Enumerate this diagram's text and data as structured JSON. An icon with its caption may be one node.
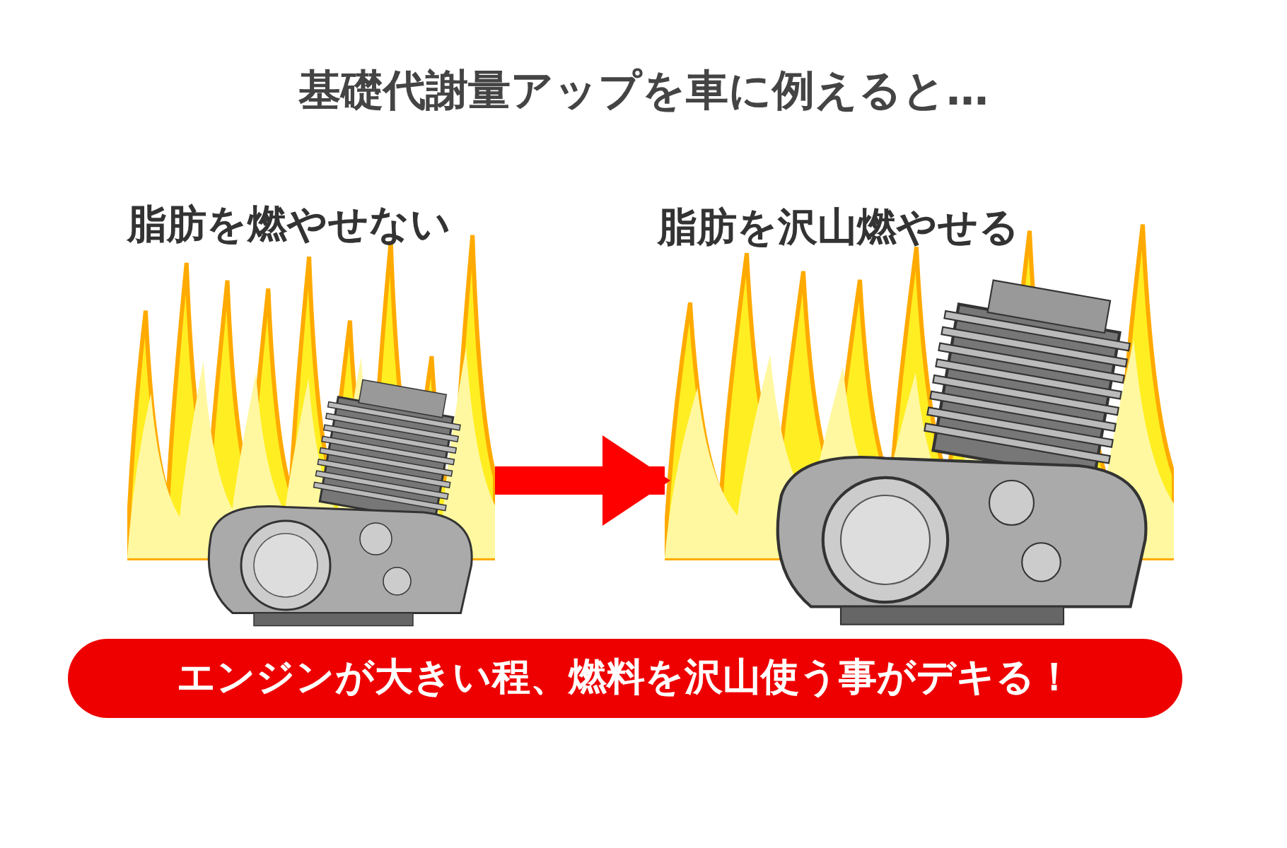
{
  "diagram": {
    "title": "基礎代謝量アップを車に例えると…",
    "nodes": [
      {
        "text": [
          "脂肪を燃やせない"
        ]
      },
      {
        "text": [
          "脂肪を沢山燃やせる"
        ]
      },
      {
        "text": [
          "エンジンが大きい程、燃料を沢山使う事がデキる！"
        ]
      }
    ],
    "edges": [
      {
        "from": 0,
        "to": 1,
        "arrow": "to",
        "color": "#ff0000"
      }
    ]
  }
}
